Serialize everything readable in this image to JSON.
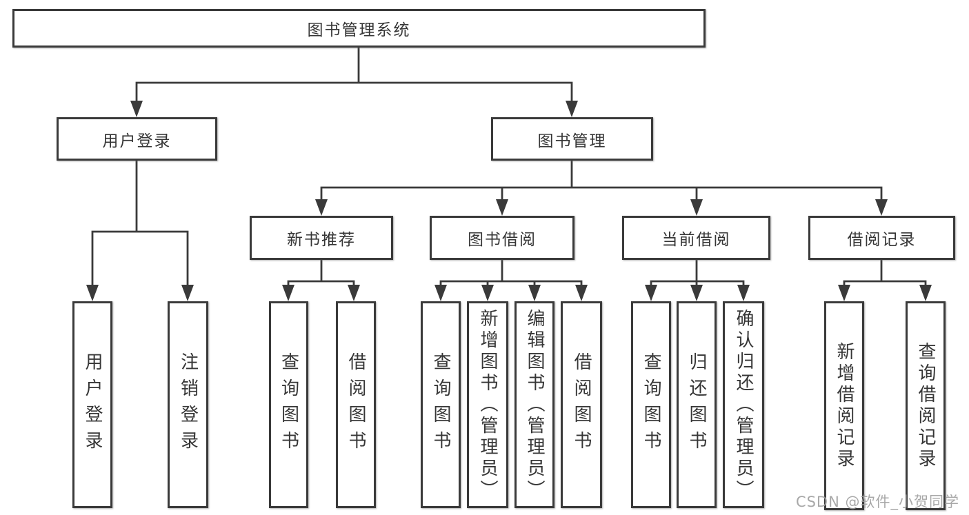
{
  "diagram_type": "functional-structure-tree",
  "tree": {
    "root": {
      "label": "图书管理系统"
    },
    "branches": [
      {
        "label": "用户登录",
        "children": [
          "用户登录",
          "注销登录"
        ]
      },
      {
        "label": "图书管理",
        "groups": [
          {
            "label": "新书推荐",
            "children": [
              "查询图书",
              "借阅图书"
            ]
          },
          {
            "label": "图书借阅",
            "children": [
              "查询图书",
              "新增图书（管理员）",
              "编辑图书（管理员）",
              "借阅图书"
            ]
          },
          {
            "label": "当前借阅",
            "children": [
              "查询图书",
              "归还图书",
              "确认归还（管理员）"
            ]
          },
          {
            "label": "借阅记录",
            "children": [
              "新增借阅记录",
              "查询借阅记录"
            ]
          }
        ]
      }
    ]
  },
  "watermark": "CSDN @软件_小贺同学",
  "colors": {
    "line": "#3a3a3a",
    "box_border": "#3a3a3a",
    "box_background": "#ffffff",
    "text": "#363636",
    "watermark": "#9e9e9e",
    "background": "#ffffff"
  }
}
